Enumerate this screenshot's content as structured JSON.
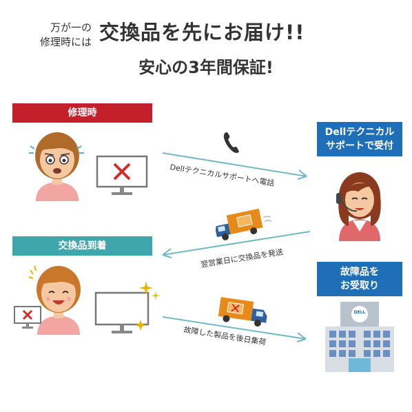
{
  "header": {
    "small_line1": "万が一の",
    "small_line2": "修理時には",
    "main": "交換品を先にお届け!!",
    "sub": "安心の3年間保証!"
  },
  "sections": {
    "repair": "修理時",
    "arrival": "交換品到着"
  },
  "boxes": {
    "tech_line1": "Dellテクニカル",
    "tech_line2": "サポートで受付",
    "broken_line1": "故障品を",
    "broken_line2": "お受取り"
  },
  "arrows": {
    "call": "Dellテクニカルサポートへ電話",
    "ship": "翌営業日に交換品を発送",
    "collect": "故障した製品を後日集荷"
  },
  "logo": {
    "text": "DELL"
  },
  "colors": {
    "red": "#c4202c",
    "teal": "#3fa7ab",
    "blue": "#1f6fb8",
    "arrow": "#6fb8c8"
  }
}
